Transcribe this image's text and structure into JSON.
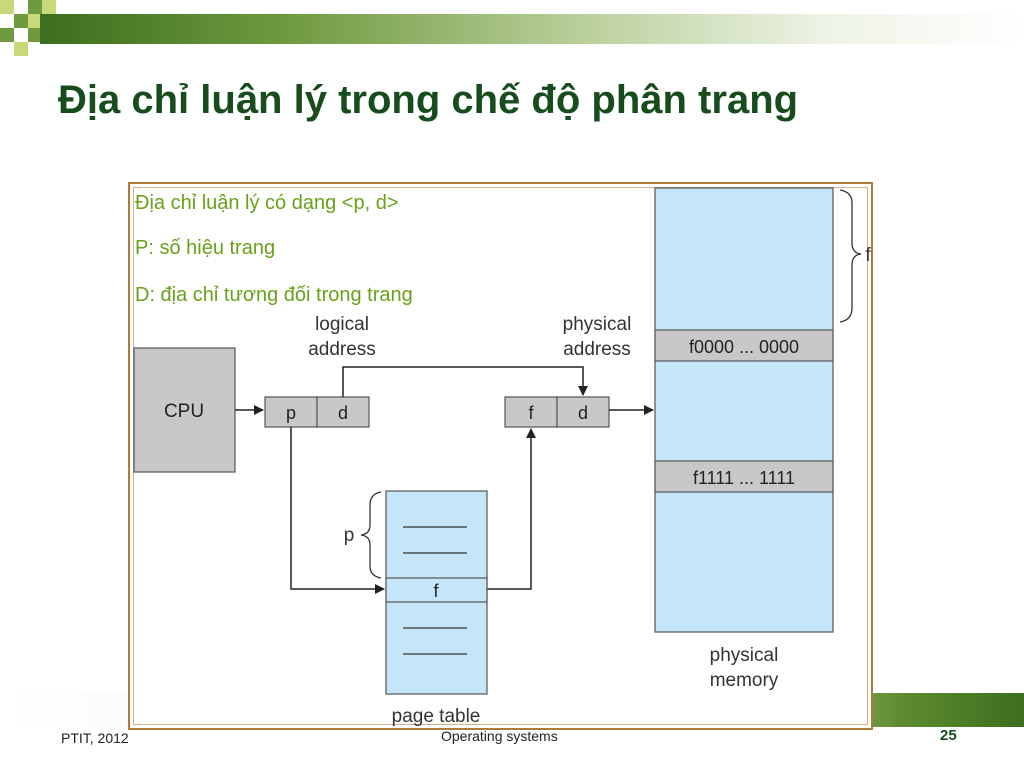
{
  "slide": {
    "title": "Địa chỉ luận lý trong chế độ phân trang",
    "notes": [
      "Địa chỉ luận lý có dạng <p, d>",
      "P: số hiệu trang",
      "D: địa chỉ tương đối trong trang"
    ],
    "footer_left": "PTIT, 2012",
    "footer_center": "Operating systems",
    "page_number": "25"
  },
  "diagram": {
    "cpu_label": "CPU",
    "logical_address_line1": "logical",
    "logical_address_line2": "address",
    "physical_address_line1": "physical",
    "physical_address_line2": "address",
    "logical_p": "p",
    "logical_d": "d",
    "physical_f": "f",
    "physical_d": "d",
    "page_table_label": "page table",
    "page_table_brace_label": "p",
    "page_table_entry": "f",
    "memory_label_line1": "physical",
    "memory_label_line2": "memory",
    "memory_brace_label": "f",
    "memory_row_start": "f0000 ... 0000",
    "memory_row_end": "f1111 ... 1111"
  },
  "colors": {
    "title": "#174d1d",
    "notes": "#6aa01a",
    "box_gray": "#c8c8c8",
    "memory_blue": "#c5e6f8",
    "frame": "#b07a3c"
  }
}
